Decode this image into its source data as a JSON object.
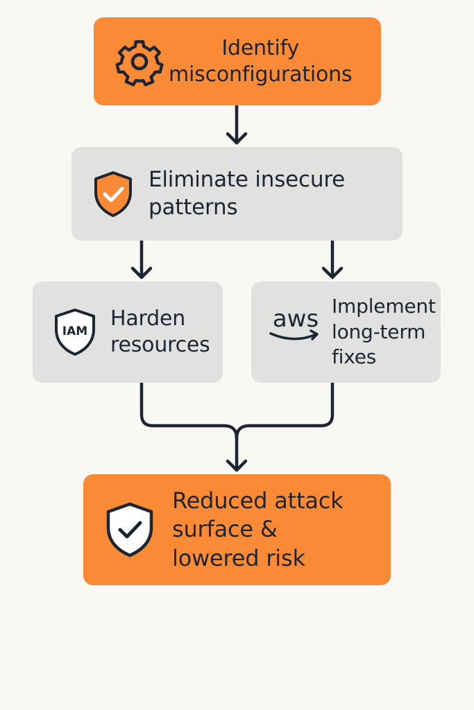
{
  "diagram": {
    "nodes": [
      {
        "id": "identify",
        "label": "Identify\nmisconfigurations",
        "icon": "gear-icon"
      },
      {
        "id": "eliminate",
        "label": "Eliminate insecure\npatterns",
        "icon": "shield-check-icon"
      },
      {
        "id": "harden",
        "label": "Harden\nresources",
        "icon": "iam-shield-icon",
        "icon_text": "IAM"
      },
      {
        "id": "implement",
        "label": "Implement\nlong-term\nfixes",
        "icon": "aws-logo-icon",
        "icon_text": "aws"
      },
      {
        "id": "result",
        "label": "Reduced attack\nsurface &\nlowered risk",
        "icon": "shield-check-icon"
      }
    ],
    "edges": [
      {
        "from": "identify",
        "to": "eliminate"
      },
      {
        "from": "eliminate",
        "to": "harden"
      },
      {
        "from": "eliminate",
        "to": "implement"
      },
      {
        "from": "harden",
        "to": "result"
      },
      {
        "from": "implement",
        "to": "result"
      }
    ]
  },
  "colors": {
    "background": "#f9f8f5",
    "accent_orange": "#fb8a37",
    "panel_gray": "#e1e1e0",
    "ink": "#1e2532"
  }
}
